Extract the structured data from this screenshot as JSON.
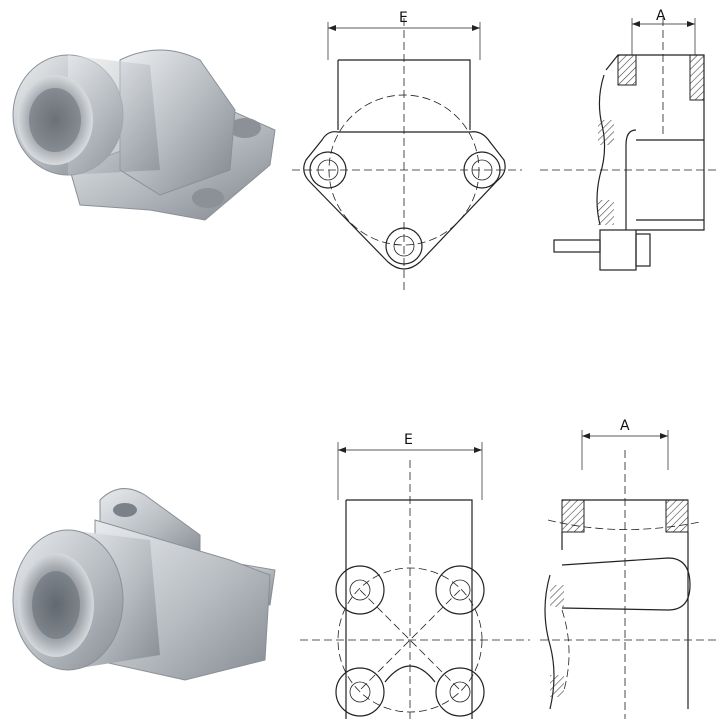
{
  "top": {
    "front_label": "E",
    "side_label": "A"
  },
  "bottom": {
    "front_label": "E",
    "side_label": "A"
  },
  "colors": {
    "metal_light": "#e4e7ea",
    "metal_mid": "#b9bec3",
    "metal_dark": "#7d838a",
    "line": "#222222",
    "hatch": "#444444"
  }
}
